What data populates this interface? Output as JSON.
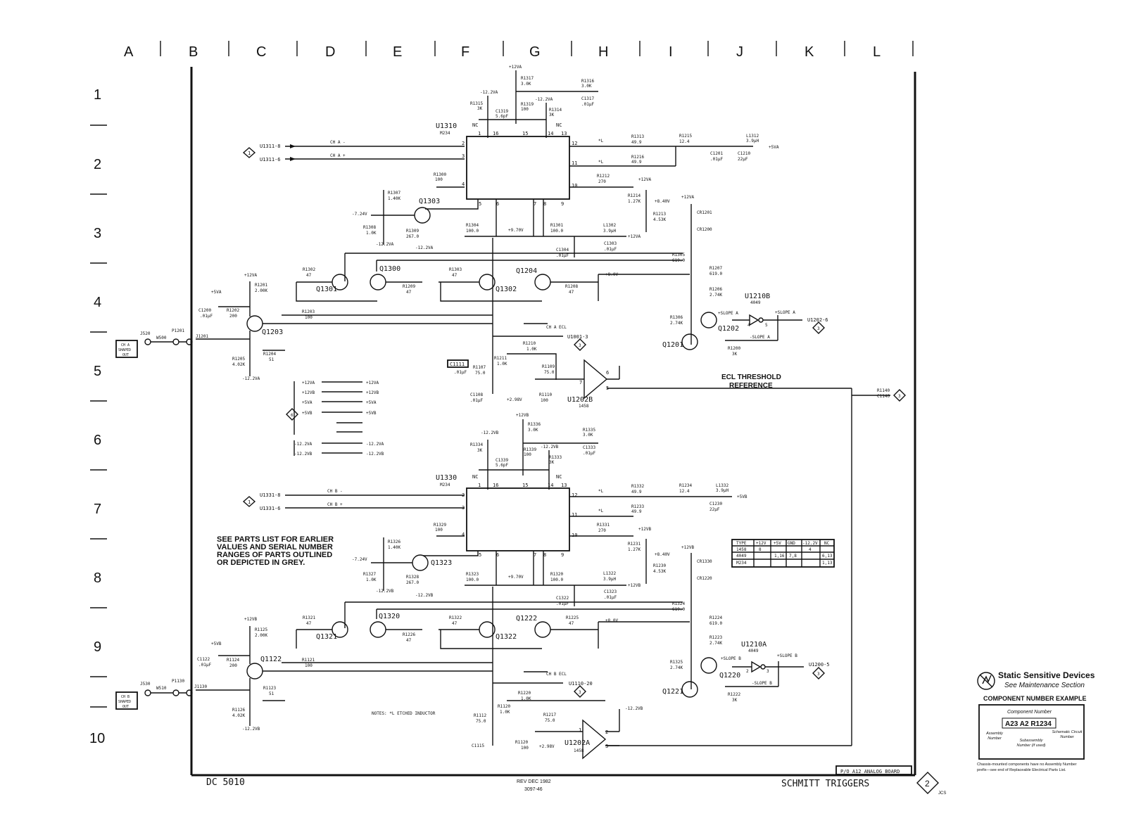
{
  "columns": [
    "A",
    "B",
    "C",
    "D",
    "E",
    "F",
    "G",
    "H",
    "I",
    "J",
    "K",
    "L"
  ],
  "rows": [
    "1",
    "2",
    "3",
    "4",
    "5",
    "6",
    "7",
    "8",
    "9",
    "10"
  ],
  "title_block": {
    "model": "DC 5010",
    "rev": "REV DEC 1982",
    "drawing_no": "3097-46",
    "title": "SCHMITT TRIGGERS",
    "board": "P/O A12 ANALOG BOARD",
    "sheet_no": "2",
    "initials": "JCS"
  },
  "grey_note": [
    "SEE PARTS LIST FOR EARLIER",
    "VALUES AND SERIAL NUMBER",
    "RANGES OF PARTS OUTLINED",
    "OR DEPICTED IN GREY."
  ],
  "notes": "NOTES: *L ETCHED INDUCTOR",
  "ecl_threshold": [
    "ECL THRESHOLD",
    "REFERENCE"
  ],
  "static_box": {
    "title": "Static Sensitive Devices",
    "subtitle": "See Maintenance Section",
    "example_title": "COMPONENT NUMBER EXAMPLE",
    "component_number_label": "Component Number",
    "example": "A23 A2 R1234",
    "assembly": "Assembly Number",
    "subassembly": "Subassembly Number (if used)",
    "schematic": "Schematic Circuit Number",
    "footnote1": "Chassis-mounted components have no Assembly Number",
    "footnote2": "prefix—see end of Replaceable Electrical Parts List."
  },
  "table": {
    "header": [
      "TYPE",
      "+12V",
      "+5V",
      "GND",
      "-12.2V",
      "NC"
    ],
    "rows": [
      [
        "1458",
        "8",
        "",
        "",
        "4",
        ""
      ],
      [
        "4049",
        "",
        "1,16",
        "7,8",
        "",
        "6,13"
      ],
      [
        "M234",
        "",
        "",
        "",
        "",
        "1,13"
      ]
    ]
  },
  "ics": {
    "u1310": {
      "ref": "U1310",
      "type": "M234"
    },
    "u1330": {
      "ref": "U1330",
      "type": "M234"
    },
    "u1202b": {
      "ref": "U1202B",
      "type": "1458"
    },
    "u1202a": {
      "ref": "U1202A",
      "type": "1458"
    },
    "u1210b": {
      "ref": "U1210B",
      "type": "4049"
    },
    "u1210a": {
      "ref": "U1210A",
      "type": "4049"
    }
  },
  "signals": {
    "u1311_8": "U1311-8",
    "u1311_6": "U1311-6",
    "cha_minus": "CH A -",
    "cha_plus": "CH A +",
    "u1331_8": "U1331-8",
    "u1331_6": "U1331-6",
    "chb_minus": "CH B -",
    "chb_plus": "CH B +",
    "cha_ecl": "CH A ECL",
    "u1001_3": "U1001-3",
    "chb_ecl": "CH B ECL",
    "u1110_20": "U1110-20",
    "u1202_6": "U1202-6",
    "u1200_5": "U1200-5",
    "slope_a": "+SLOPE A",
    "nslope_a": "-SLOPE A",
    "slope_b": "+SLOPE B",
    "nslope_b": "-SLOPE B",
    "r1140": "R1140",
    "c1140": "C1140",
    "cha_shaped": [
      "CH A",
      "SHAPED",
      "OUT"
    ],
    "chb_shaped": [
      "CH B",
      "SHAPED",
      "OUT"
    ],
    "j520": "J520",
    "w500": "W500",
    "p1201": "P1201",
    "j1201": "J1201",
    "j530": "J530",
    "w510": "W510",
    "p1130": "P1130",
    "j1130": "J1130"
  },
  "power_map": [
    [
      "+12VA",
      "+12VA"
    ],
    [
      "+12VB",
      "+12VB"
    ],
    [
      "+5VA",
      "+5VA"
    ],
    [
      "+5VB",
      "+5VB"
    ],
    [
      "-12.2VA",
      "-12.2VA"
    ],
    [
      "-12.2VB",
      "-12.2VB"
    ]
  ],
  "ch_a": {
    "r1317": [
      "R1317",
      "3.0K"
    ],
    "r1316": [
      "R1316",
      "3.0K"
    ],
    "c1317": [
      "C1317",
      ".01µF"
    ],
    "r1315": [
      "R1315",
      "3K"
    ],
    "c1319": [
      "C1319",
      "5.6pF"
    ],
    "r1319": [
      "R1319",
      "100"
    ],
    "r1314": [
      "R1314",
      "3K"
    ],
    "r1313": [
      "R1313",
      "49.9"
    ],
    "r1215": [
      "R1215",
      "12.4"
    ],
    "l1312": [
      "L1312",
      "3.9µH"
    ],
    "r1216": [
      "R1216",
      "49.9"
    ],
    "c1201": [
      "C1201",
      ".01µF"
    ],
    "c1210": [
      "C1210",
      "22µF"
    ],
    "r1300": [
      "R1300",
      "100"
    ],
    "r1212": [
      "R1212",
      "270"
    ],
    "r1214": [
      "R1214",
      "1.27K"
    ],
    "r1213": [
      "R1213",
      "4.53K"
    ],
    "cr1201": "CR1201",
    "cr1200": "CR1200",
    "r1307": [
      "R1307",
      "1.40K"
    ],
    "q1303": "Q1303",
    "r1308": [
      "R1308",
      "1.0K"
    ],
    "r1309": [
      "R1309",
      "267.0"
    ],
    "r1304": [
      "R1304",
      "100.0"
    ],
    "r1301": [
      "R1301",
      "100.0"
    ],
    "l1302": [
      "L1302",
      "3.9µH"
    ],
    "c1303": [
      "C1303",
      ".01µF"
    ],
    "c1304": [
      "C1304",
      ".01µF"
    ],
    "r1305": [
      "R1305",
      "619.0"
    ],
    "r1302": [
      "R1302",
      "47"
    ],
    "q1300": "Q1300",
    "r1303": [
      "R1303",
      "47"
    ],
    "q1204": "Q1204",
    "r1207": [
      "R1207",
      "619.0"
    ],
    "q1301": "Q1301",
    "r1209": [
      "R1209",
      "47"
    ],
    "q1302": "Q1302",
    "r1208": [
      "R1208",
      "47"
    ],
    "r1206": [
      "R1206",
      "2.74K"
    ],
    "r1201": [
      "R1201",
      "2.00K"
    ],
    "c1200": [
      "C1200",
      ".01µF"
    ],
    "r1202": [
      "R1202",
      "200"
    ],
    "r1203": [
      "R1203",
      "100"
    ],
    "q1203": "Q1203",
    "r1306": [
      "R1306",
      "2.74K"
    ],
    "q1202": "Q1202",
    "q1201": "Q1201",
    "r1200": [
      "R1200",
      "3K"
    ],
    "r1204": [
      "R1204",
      "51"
    ],
    "r1205": [
      "R1205",
      "4.02K"
    ],
    "r1210": [
      "R1210",
      "1.0K"
    ],
    "r1211": [
      "R1211",
      "1.0K"
    ],
    "c1111": "C1111",
    "c1111v": ".01µF",
    "r1107": [
      "R1107",
      "75.0"
    ],
    "r1109": [
      "R1109",
      "75.0"
    ],
    "c1108": [
      "C1108",
      ".01µF"
    ],
    "r1110": [
      "R1110",
      "100"
    ],
    "v2_98": "+2.98V",
    "v9_70": "+9.70V",
    "v8_40": "+8.40V",
    "v8_0": "+8.0V",
    "v7_24": "-7.24V"
  },
  "ch_b": {
    "r1336": [
      "R1336",
      "3.0K"
    ],
    "r1335": [
      "R1335",
      "3.0K"
    ],
    "c1333": [
      "C1333",
      ".01µF"
    ],
    "r1334": [
      "R1334",
      "3K"
    ],
    "c1339": [
      "C1339",
      "5.6pF"
    ],
    "r1339": [
      "R1339",
      "100"
    ],
    "r1333": [
      "R1333",
      "3K"
    ],
    "r1332": [
      "R1332",
      "49.9"
    ],
    "r1234": [
      "R1234",
      "12.4"
    ],
    "l1332": [
      "L1332",
      "3.9µH"
    ],
    "r1233": [
      "R1233",
      "49.9"
    ],
    "c1230": [
      "C1230",
      "22µF"
    ],
    "r1329": [
      "R1329",
      "100"
    ],
    "r1331": [
      "R1331",
      "270"
    ],
    "r1231": [
      "R1231",
      "1.27K"
    ],
    "r1230": [
      "R1230",
      "4.53K"
    ],
    "cr1330": "CR1330",
    "cr1220": "CR1220",
    "r1326": [
      "R1326",
      "1.40K"
    ],
    "q1323": "Q1323",
    "r1327": [
      "R1327",
      "1.0K"
    ],
    "r1328": [
      "R1328",
      "267.0"
    ],
    "r1323": [
      "R1323",
      "100.0"
    ],
    "r1320": [
      "R1320",
      "100.0"
    ],
    "l1322": [
      "L1322",
      "3.9µH"
    ],
    "c1323": [
      "C1323",
      ".01µF"
    ],
    "c1322": [
      "C1322",
      ".01µF"
    ],
    "r1324": [
      "R1324",
      "619.0"
    ],
    "r1321": [
      "R1321",
      "47"
    ],
    "q1320": "Q1320",
    "r1322": [
      "R1322",
      "47"
    ],
    "q1222": "Q1222",
    "r1225": [
      "R1225",
      "47"
    ],
    "r1224": [
      "R1224",
      "619.0"
    ],
    "q1321": "Q1321",
    "r1226": [
      "R1226",
      "47"
    ],
    "q1322": "Q1322",
    "r1223": [
      "R1223",
      "2.74K"
    ],
    "r1125": [
      "R1125",
      "2.00K"
    ],
    "c1122": [
      "C1122",
      ".01µF"
    ],
    "r1124": [
      "R1124",
      "200"
    ],
    "r1121": [
      "R1121",
      "100"
    ],
    "q1122": "Q1122",
    "r1325": [
      "R1325",
      "2.74K"
    ],
    "q1220": "Q1220",
    "q1221": "Q1221",
    "r1222": [
      "R1222",
      "3K"
    ],
    "r1123": [
      "R1123",
      "51"
    ],
    "r1126": [
      "R1126",
      "4.02K"
    ],
    "r1220": [
      "R1220",
      "1.0K"
    ],
    "r1120": [
      "R1120",
      "1.0K"
    ],
    "c1115": "C1115",
    "r1112": [
      "R1112",
      "75.0"
    ],
    "r1217": [
      "R1217",
      "75.0"
    ],
    "r1120b": [
      "R1120",
      "100"
    ],
    "v2_98": "+2.98V",
    "v9_70": "+9.70V",
    "v8_40": "+8.40V",
    "v8_0": "+8.0V",
    "v7_24": "-7.24V"
  },
  "rails": {
    "p12a": "+12VA",
    "m12a": "-12.2VA",
    "p5a": "+5VA",
    "p12b": "+12VB",
    "m12b": "-12.2VB",
    "p5b": "+5VB",
    "nc": "NC"
  }
}
